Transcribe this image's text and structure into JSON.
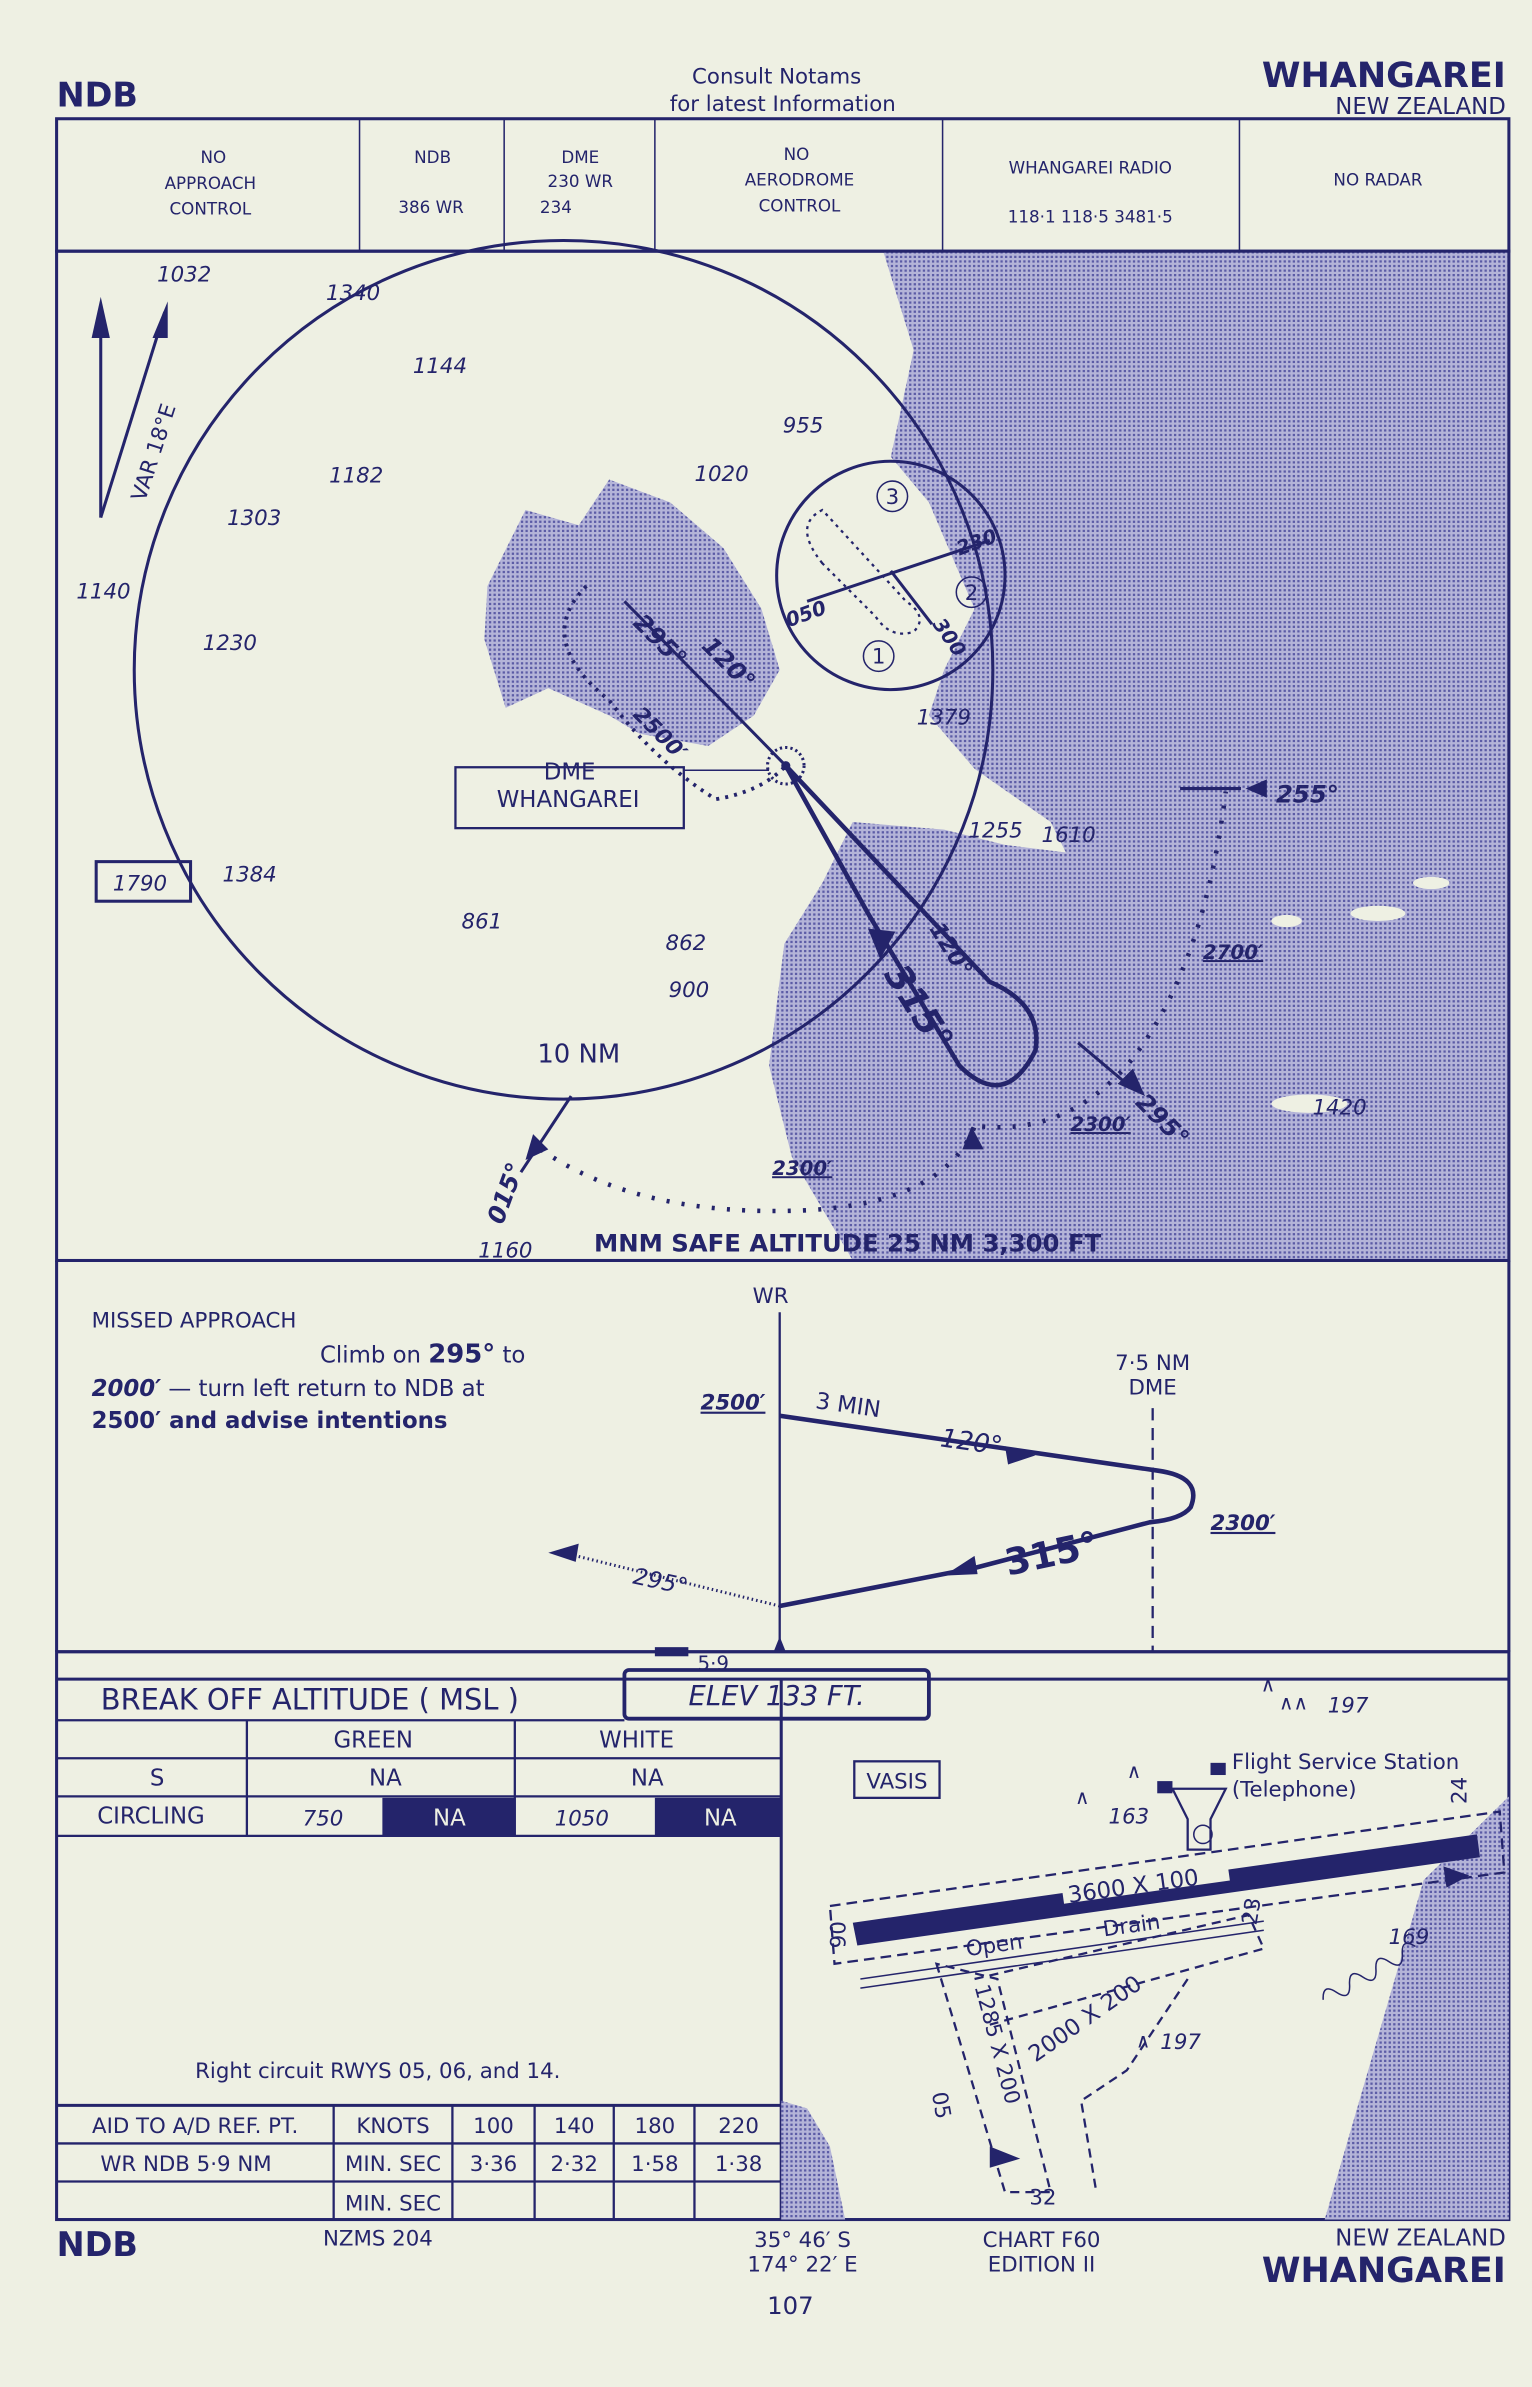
{
  "header": {
    "type_left": "NDB",
    "notice_line1": "Consult  Notams",
    "notice_line2": "for  latest  Information",
    "place": "WHANGAREI",
    "country": "NEW ZEALAND"
  },
  "comms": [
    {
      "lines": [
        "NO",
        "APPROACH",
        "CONTROL"
      ]
    },
    {
      "lines": [
        "NDB",
        "386  WR"
      ]
    },
    {
      "lines": [
        "DME",
        "230  WR",
        "234"
      ]
    },
    {
      "lines": [
        "NO",
        "AERODROME",
        "CONTROL"
      ]
    },
    {
      "lines": [
        "WHANGAREI RADIO",
        "118·1   118·5    3481·5"
      ]
    },
    {
      "lines": [
        "NO RADAR"
      ]
    }
  ],
  "plan": {
    "variation": "VAR 18°E",
    "circle_label": "10 NM",
    "dme_label": "DME",
    "station_label": "WHANGAREI",
    "msa": "MNM SAFE ALTITUDE 25 NM 3,300 FT",
    "spot_heights": [
      "1032",
      "1340",
      "1144",
      "1182",
      "1303",
      "1140",
      "1230",
      "955",
      "1020",
      "1379",
      "1255",
      "1610",
      "1790",
      "1384",
      "861",
      "862",
      "900",
      "1160",
      "1420"
    ],
    "holding": {
      "inbound": "050",
      "outbound": "230",
      "course": "300",
      "sectors": [
        "1",
        "2",
        "3"
      ]
    },
    "tracks": [
      "295°",
      "120°",
      "2500′",
      "120°",
      "315°",
      "255°",
      "2700′",
      "295°",
      "2300′",
      "2300′",
      "015°"
    ]
  },
  "missed": {
    "title": "MISSED APPROACH",
    "line1_a": "Climb on ",
    "line1_b": "295°",
    "line1_c": " to",
    "line2_a": "2000′",
    "line2_b": " — turn left return to NDB at",
    "line3": "2500′ and advise intentions"
  },
  "profile": {
    "station": "WR",
    "alt_start": "2500′",
    "time": "3 MIN",
    "outbound": "120°",
    "dme_fix": "7·5 NM",
    "dme_word": "DME",
    "alt_turn": "2300′",
    "inbound": "315°",
    "missed": "295°",
    "distance": "5·9"
  },
  "minima": {
    "title": "BREAK OFF ALTITUDE ( MSL )",
    "elev": "ELEV   133   FT.",
    "cols": [
      "GREEN",
      "WHITE"
    ],
    "rows": [
      {
        "label": "S",
        "green": "NA",
        "white": "NA"
      },
      {
        "label": "CIRCLING",
        "green_a": "750",
        "green_b": "NA",
        "white_a": "1050",
        "white_b": "NA"
      }
    ],
    "circuit_note": "Right  circuit  RWYS  05,  06,  and  14."
  },
  "timing": {
    "headers": [
      "AID TO A/D  REF. PT.",
      "KNOTS",
      "100",
      "140",
      "180",
      "220"
    ],
    "row1": [
      "WR NDB  5·9 NM",
      "MIN. SEC",
      "3·36",
      "2·32",
      "1·58",
      "1·38"
    ],
    "row2": [
      "",
      "MIN. SEC",
      "",
      "",
      "",
      ""
    ]
  },
  "aerodrome": {
    "vasis": "VASIS",
    "fss": "Flight Service Station",
    "fss2": "(Telephone)",
    "rwy_main": "3600  X  100",
    "rwy_cross": "2000  X  200",
    "rwy_short": "1285 X 200",
    "open": "Open",
    "drain": "Drain",
    "rwy_ids": [
      "06",
      "24",
      "05",
      "32",
      "23"
    ],
    "heights": [
      "197",
      "163",
      "169",
      "197"
    ]
  },
  "footer": {
    "type_left": "NDB",
    "map_ref": "NZMS  204",
    "lat": "35° 46′ S",
    "lon": "174° 22′ E",
    "chart": "CHART F60",
    "edition": "EDITION II",
    "country": "NEW  ZEALAND",
    "place": "WHANGAREI",
    "page": "107"
  },
  "colors": {
    "ink": "#24246b",
    "paper": "#eef0e3",
    "sea": "#a3a3d0"
  }
}
